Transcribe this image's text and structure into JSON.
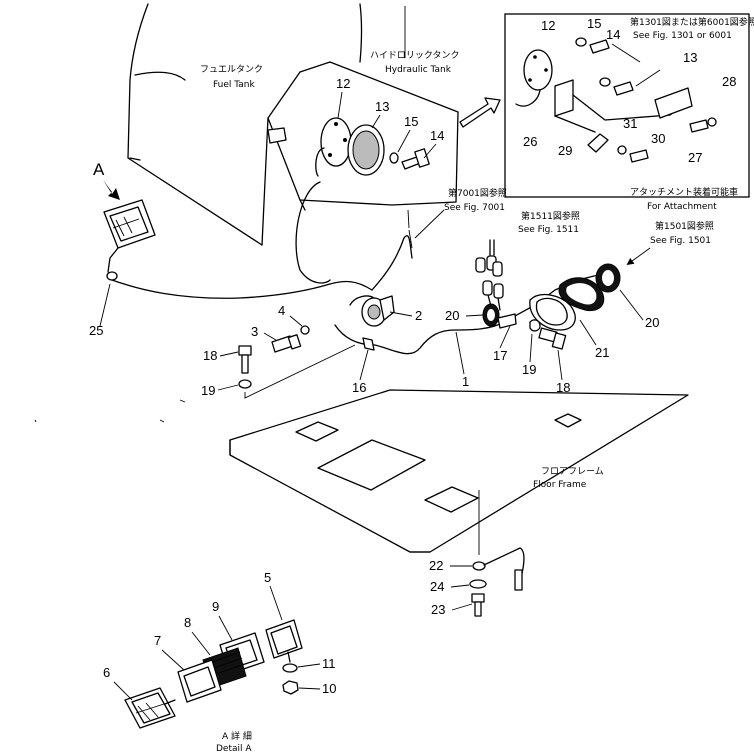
{
  "labels": {
    "fuel_tank_jp": "フュエルタンク",
    "fuel_tank_en": "Fuel Tank",
    "hyd_tank_jp": "ハイドロリックタンク",
    "hyd_tank_en": "Hydraulic Tank",
    "ref_1301_jp": "第1301図または第6001図参照",
    "ref_1301_en": "See Fig. 1301 or 6001",
    "ref_7001_jp": "第7001図参照",
    "ref_7001_en": "See Fig. 7001",
    "ref_1511_jp": "第1511図参照",
    "ref_1511_en": "See Fig. 1511",
    "ref_1501_jp": "第1501図参照",
    "ref_1501_en": "See Fig. 1501",
    "attach_jp": "アタッチメント装着可能車",
    "attach_en": "For Attachment",
    "floor_jp": "フロアフレーム",
    "floor_en": "Floor Frame",
    "detail_jp": "A 詳 細",
    "detail_en": "Detail A",
    "view_a": "A"
  },
  "parts": {
    "p1": "1",
    "p2": "2",
    "p3": "3",
    "p4": "4",
    "p5": "5",
    "p6": "6",
    "p7": "7",
    "p8": "8",
    "p9": "9",
    "p10": "10",
    "p11": "11",
    "p12a": "12",
    "p13a": "13",
    "p14a": "14",
    "p15a": "15",
    "p12b": "12",
    "p13b": "13",
    "p14b": "14",
    "p15b": "15",
    "p16": "16",
    "p17": "17",
    "p18a": "18",
    "p18b": "18",
    "p19a": "19",
    "p19b": "19",
    "p20a": "20",
    "p20b": "20",
    "p21": "21",
    "p22": "22",
    "p23": "23",
    "p24": "24",
    "p25": "25",
    "p26": "26",
    "p27": "27",
    "p28": "28",
    "p29": "29",
    "p30": "30",
    "p31": "31"
  }
}
